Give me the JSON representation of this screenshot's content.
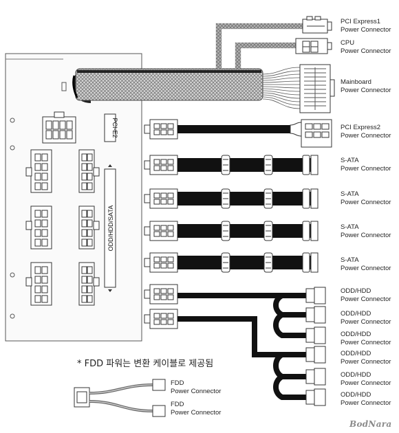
{
  "connectors": [
    {
      "line1": "PCI Express1",
      "line2": "Power Connector"
    },
    {
      "line1": "CPU",
      "line2": "Power Connector"
    },
    {
      "line1": "Mainboard",
      "line2": "Power Connector"
    },
    {
      "line1": "PCI Express2",
      "line2": "Power Connector"
    },
    {
      "line1": "S-ATA",
      "line2": "Power Connector"
    },
    {
      "line1": "S-ATA",
      "line2": "Power Connector"
    },
    {
      "line1": "S-ATA",
      "line2": "Power Connector"
    },
    {
      "line1": "S-ATA",
      "line2": "Power Connector"
    },
    {
      "line1": "ODD/HDD",
      "line2": "Power Connector"
    },
    {
      "line1": "ODD/HDD",
      "line2": "Power Connector"
    },
    {
      "line1": "ODD/HDD",
      "line2": "Power Connector"
    },
    {
      "line1": "ODD/HDD",
      "line2": "Power Connector"
    },
    {
      "line1": "ODD/HDD",
      "line2": "Power Connector"
    },
    {
      "line1": "ODD/HDD",
      "line2": "Power Connector"
    }
  ],
  "fdd": [
    {
      "line1": "FDD",
      "line2": "Power Connector"
    },
    {
      "line1": "FDD",
      "line2": "Power Connector"
    }
  ],
  "psu_ports": {
    "pcie": "PCI-E2",
    "odd": "ODD/HDD/SATA"
  },
  "note": "* FDD 파워는 변환 케이블로 제공됨",
  "watermark": "BodNara"
}
